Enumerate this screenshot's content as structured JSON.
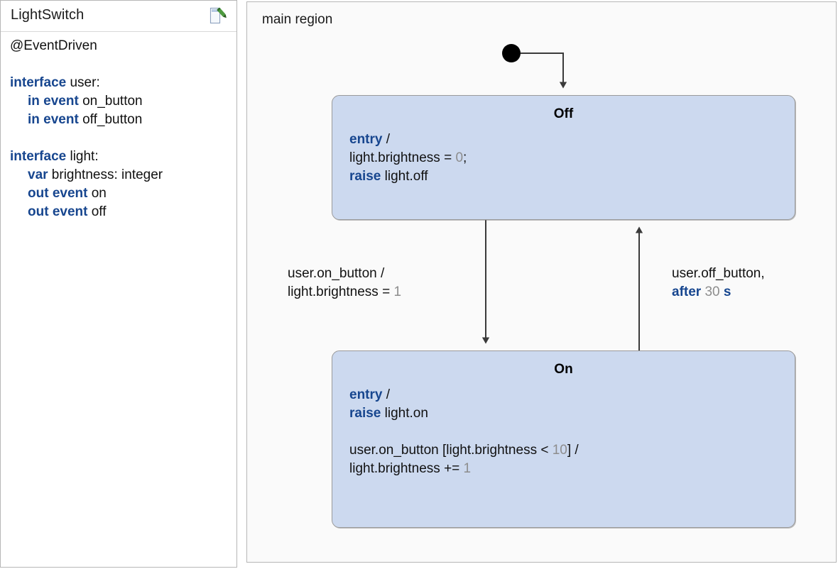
{
  "editor": {
    "title": "LightSwitch",
    "icon": "statechart-file-edit-icon",
    "annotation": "@EventDriven",
    "lines": [
      {
        "id": "annotation",
        "indent": 0,
        "parts": [
          {
            "t": "@EventDriven",
            "k": false
          }
        ]
      },
      {
        "id": "blank1",
        "indent": 0,
        "parts": []
      },
      {
        "id": "interface-user",
        "indent": 0,
        "parts": [
          {
            "t": "interface",
            "k": true
          },
          {
            "t": " user:",
            "k": false
          }
        ]
      },
      {
        "id": "in-event-on-button",
        "indent": 1,
        "parts": [
          {
            "t": "in event",
            "k": true
          },
          {
            "t": " on_button",
            "k": false
          }
        ]
      },
      {
        "id": "in-event-off-button",
        "indent": 1,
        "parts": [
          {
            "t": "in event",
            "k": true
          },
          {
            "t": " off_button",
            "k": false
          }
        ]
      },
      {
        "id": "blank2",
        "indent": 0,
        "parts": []
      },
      {
        "id": "interface-light",
        "indent": 0,
        "parts": [
          {
            "t": "interface",
            "k": true
          },
          {
            "t": " light:",
            "k": false
          }
        ]
      },
      {
        "id": "var-brightness",
        "indent": 1,
        "parts": [
          {
            "t": "var",
            "k": true
          },
          {
            "t": " brightness: integer",
            "k": false
          }
        ]
      },
      {
        "id": "out-event-on",
        "indent": 1,
        "parts": [
          {
            "t": "out event",
            "k": true
          },
          {
            "t": " on",
            "k": false
          }
        ]
      },
      {
        "id": "out-event-off",
        "indent": 1,
        "parts": [
          {
            "t": "out event",
            "k": true
          },
          {
            "t": " off",
            "k": false
          }
        ]
      }
    ]
  },
  "diagram": {
    "region_label": "main region",
    "initial_node": "initial-state-node",
    "states": [
      {
        "id": "off",
        "name": "Off",
        "lines": [
          [
            {
              "t": "entry",
              "s": "kw"
            },
            {
              "t": " /",
              "s": ""
            }
          ],
          [
            {
              "t": "light.brightness = ",
              "s": ""
            },
            {
              "t": "0",
              "s": "num"
            },
            {
              "t": ";",
              "s": ""
            }
          ],
          [
            {
              "t": "raise",
              "s": "kw"
            },
            {
              "t": " light.off",
              "s": ""
            }
          ]
        ]
      },
      {
        "id": "on",
        "name": "On",
        "lines": [
          [
            {
              "t": "entry",
              "s": "kw"
            },
            {
              "t": " /",
              "s": ""
            }
          ],
          [
            {
              "t": "raise",
              "s": "kw"
            },
            {
              "t": " light.on",
              "s": ""
            }
          ],
          [],
          [
            {
              "t": "user.on_button [light.brightness < ",
              "s": ""
            },
            {
              "t": "10",
              "s": "num"
            },
            {
              "t": "] /",
              "s": ""
            }
          ],
          [
            {
              "t": "light.brightness += ",
              "s": ""
            },
            {
              "t": "1",
              "s": "num"
            }
          ]
        ]
      }
    ],
    "transitions": [
      {
        "id": "off-to-on",
        "lines": [
          [
            {
              "t": "user.on_button /",
              "s": ""
            }
          ],
          [
            {
              "t": "light.brightness = ",
              "s": ""
            },
            {
              "t": "1",
              "s": "num"
            }
          ]
        ]
      },
      {
        "id": "on-to-off",
        "lines": [
          [
            {
              "t": "user.off_button,",
              "s": ""
            }
          ],
          [
            {
              "t": "after",
              "s": "kw"
            },
            {
              "t": " ",
              "s": ""
            },
            {
              "t": "30",
              "s": "num"
            },
            {
              "t": " ",
              "s": ""
            },
            {
              "t": "s",
              "s": "kw"
            }
          ]
        ]
      }
    ]
  },
  "colors": {
    "state_fill": "#ccd9ef",
    "state_border": "#9a9a9a",
    "keyword": "#17468f",
    "number": "#8d8d8d",
    "canvas_bg": "#fafafa",
    "panel_border": "#b6b6b6",
    "connector": "#3a3a3a"
  }
}
